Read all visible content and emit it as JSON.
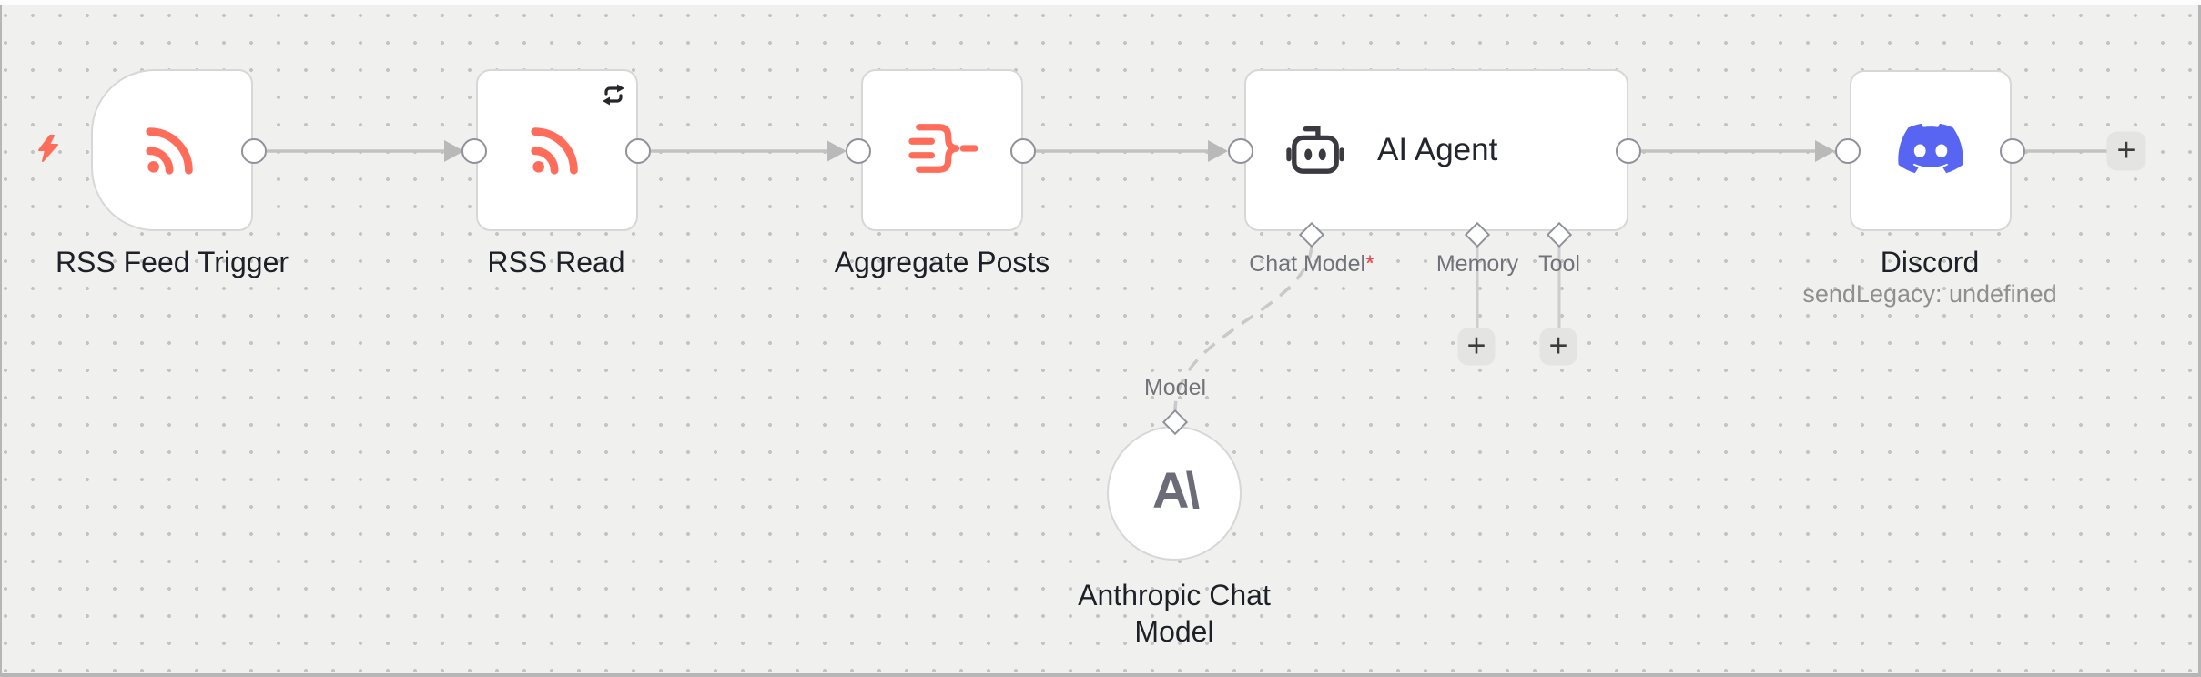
{
  "colors": {
    "coral": "#ff6d5a",
    "discord": "#5865f2",
    "anthropic-gray": "#6c6c78",
    "required-red": "#e5484d",
    "canvas-bg": "#f0f0ee"
  },
  "nodes": {
    "trigger": {
      "label": "RSS Feed Trigger"
    },
    "rssRead": {
      "label": "RSS Read"
    },
    "aggregate": {
      "label": "Aggregate Posts"
    },
    "aiAgent": {
      "title": "AI Agent",
      "ports": {
        "chatModel": {
          "label": "Chat Model",
          "required": "*"
        },
        "memory": {
          "label": "Memory"
        },
        "tool": {
          "label": "Tool"
        }
      }
    },
    "discord": {
      "label": "Discord",
      "subtitle": "sendLegacy: undefined"
    },
    "anthropic": {
      "labelLine1": "Anthropic Chat",
      "labelLine2": "Model",
      "portLabel": "Model",
      "logoText": "A\\"
    }
  },
  "ui": {
    "addLabel": "+"
  }
}
